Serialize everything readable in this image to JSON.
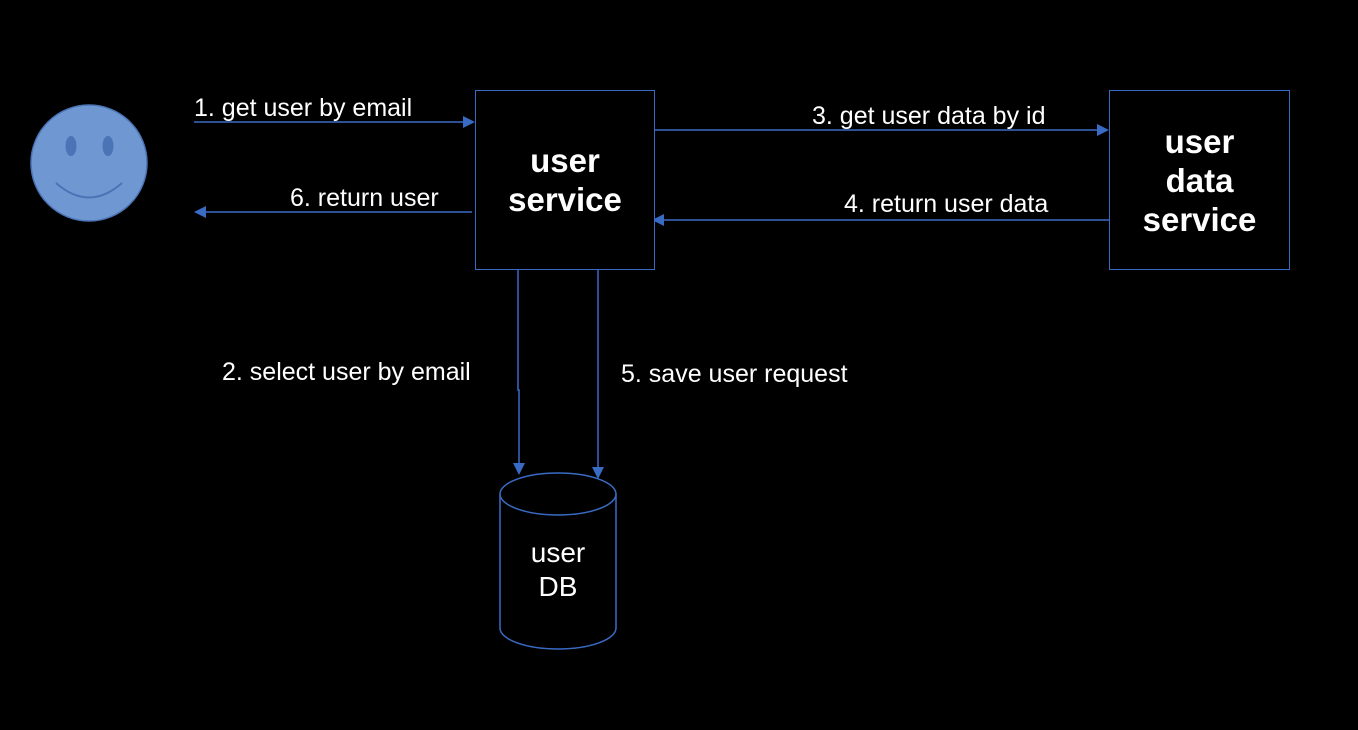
{
  "nodes": {
    "user_service": [
      "user",
      "service"
    ],
    "user_data_service": [
      "user",
      "data",
      "service"
    ],
    "user_db": [
      "user",
      "DB"
    ]
  },
  "edges": {
    "step1": "1. get user by email",
    "step2": "2. select user by email",
    "step3": "3. get user data by id",
    "step4": "4. return user data",
    "step5": "5. save user request",
    "step6": "6. return user"
  },
  "colors": {
    "background": "#000000",
    "line": "#3a6bc4",
    "actor_fill": "#6f98d2",
    "actor_stroke": "#4a74b6",
    "text": "#ffffff"
  },
  "icons": {
    "actor": "smiley-face-icon"
  }
}
